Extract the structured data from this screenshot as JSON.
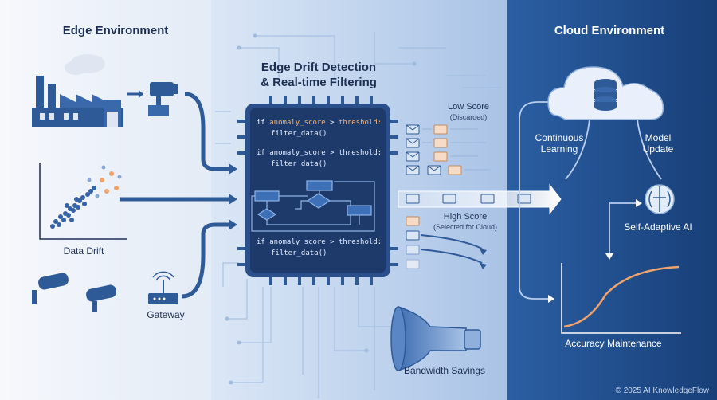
{
  "sections": {
    "edge_title": "Edge Environment",
    "middle_title_line1": "Edge Drift Detection",
    "middle_title_line2": "& Real-time Filtering",
    "cloud_title": "Cloud Environment"
  },
  "edge": {
    "data_drift": "Data Drift",
    "gateway": "Gateway"
  },
  "filter": {
    "low_score": "Low Score",
    "low_score_note": "(Discarded)",
    "high_score": "High Score",
    "high_score_note": "(Selected for Cloud)",
    "bandwidth": "Bandwidth Savings"
  },
  "chip": {
    "code_if": "if",
    "code_var": "anomaly_score",
    "code_op": " > ",
    "code_thr": "threshold:",
    "code_call": "filter_data()",
    "code_line": "if anomaly_score > threshold:"
  },
  "cloud": {
    "continuous_learning": "Continuous Learning",
    "model_update": "Model Update",
    "self_adaptive": "Self-Adaptive AI",
    "accuracy": "Accuracy Maintenance"
  },
  "footer": "© 2025 AI KnowledgeFlow",
  "colors": {
    "edge_bg": "#eef3fb",
    "middle_bg": "#c9daf0",
    "cloud_bg": "#1f4f8f",
    "chip": "#1d3a6b",
    "accent_orange": "#f0a36a"
  }
}
